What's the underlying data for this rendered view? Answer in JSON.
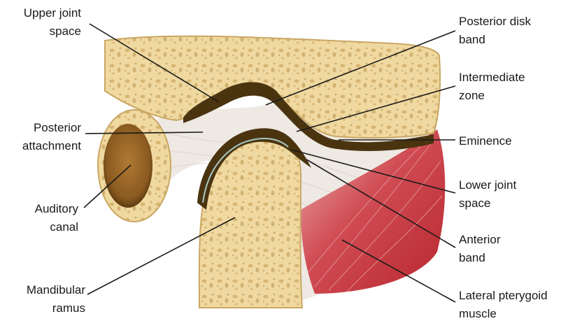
{
  "labels": {
    "upper_joint_space": [
      "Upper joint",
      "space"
    ],
    "posterior_attachment": [
      "Posterior",
      "attachment"
    ],
    "auditory_canal": [
      "Auditory",
      "canal"
    ],
    "mandibular_ramus": [
      "Mandibular",
      "ramus"
    ],
    "posterior_disk_band": [
      "Posterior disk",
      "band"
    ],
    "intermediate_zone": [
      "Intermediate",
      "zone"
    ],
    "eminence": [
      "Eminence"
    ],
    "lower_joint_space": [
      "Lower joint",
      "space"
    ],
    "anterior_band": [
      "Anterior",
      "band"
    ],
    "lateral_pterygoid_muscle": [
      "Lateral pterygoid",
      "muscle"
    ]
  },
  "colors": {
    "bone_fill": "#f0d9a0",
    "bone_edge": "#c9a764",
    "disk_dark": "#4a3410",
    "muscle_red": "#c8323c",
    "tissue": "#ece7e0",
    "canal_brown": "#8a5a20",
    "leader_line": "#1a1a1a"
  }
}
